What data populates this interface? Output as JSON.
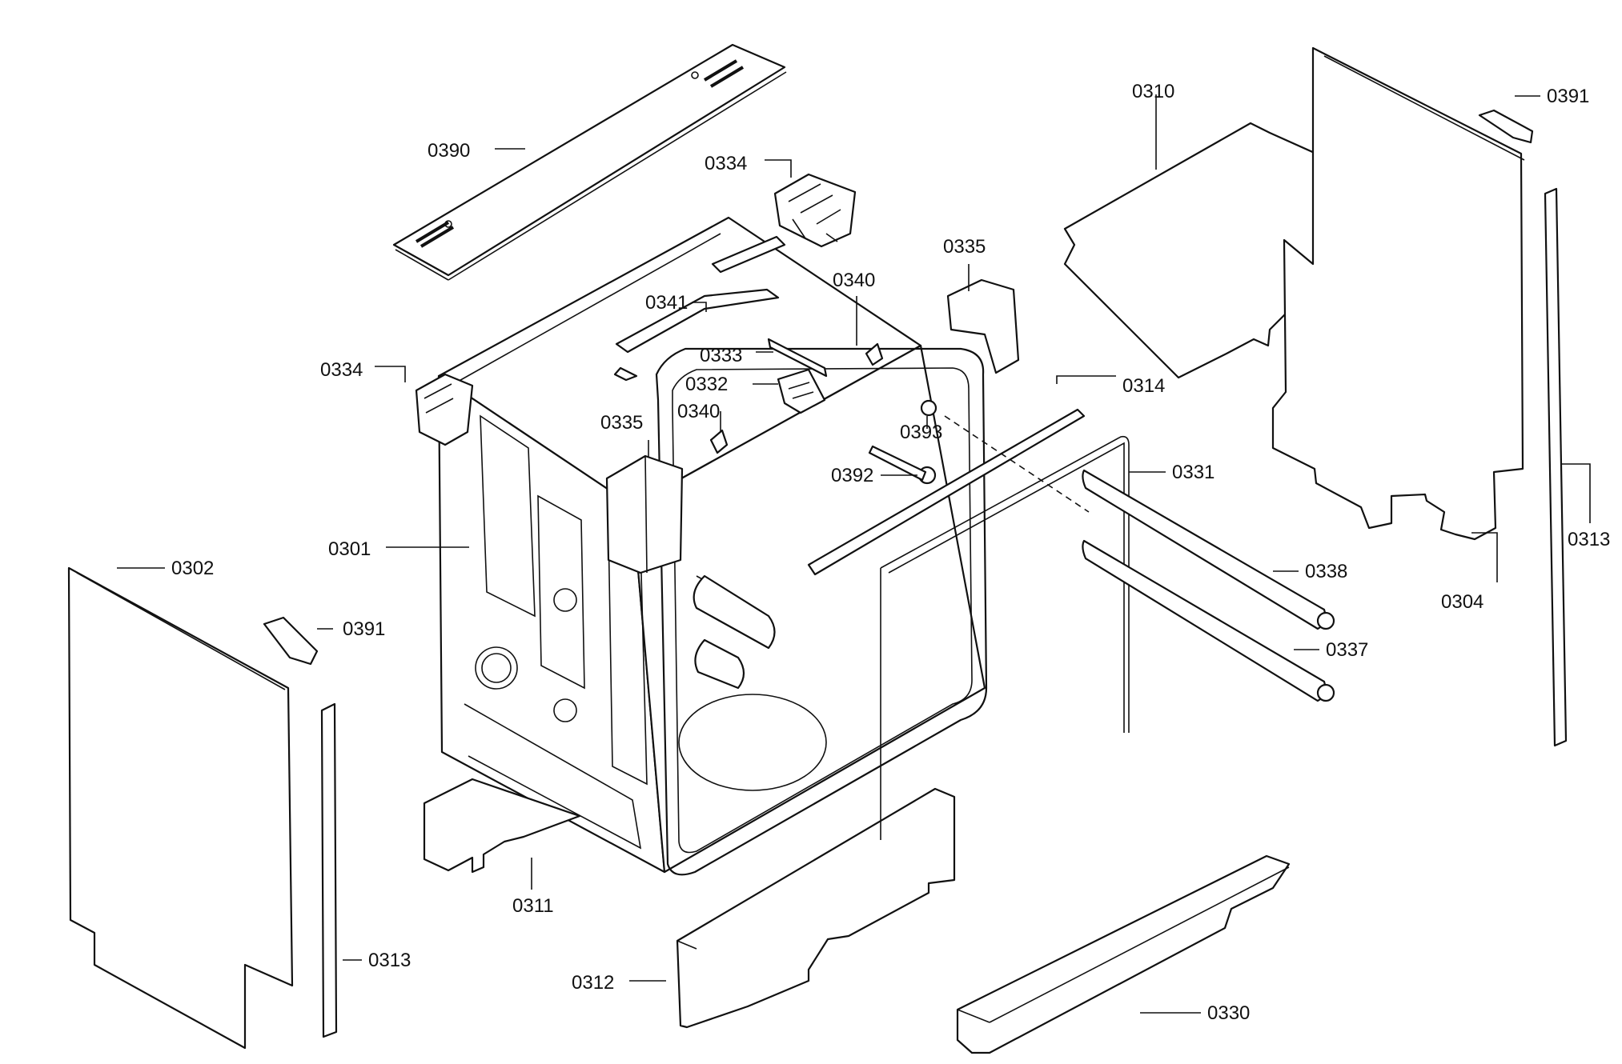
{
  "callouts": [
    {
      "id": "c0390",
      "part": "0390"
    },
    {
      "id": "c0334a",
      "part": "0334"
    },
    {
      "id": "c0334b",
      "part": "0334"
    },
    {
      "id": "c0335a",
      "part": "0335"
    },
    {
      "id": "c0335b",
      "part": "0335"
    },
    {
      "id": "c0340a",
      "part": "0340"
    },
    {
      "id": "c0340b",
      "part": "0340"
    },
    {
      "id": "c0341",
      "part": "0341"
    },
    {
      "id": "c0333",
      "part": "0333"
    },
    {
      "id": "c0332",
      "part": "0332"
    },
    {
      "id": "c0393",
      "part": "0393"
    },
    {
      "id": "c0392",
      "part": "0392"
    },
    {
      "id": "c0301",
      "part": "0301"
    },
    {
      "id": "c0302",
      "part": "0302"
    },
    {
      "id": "c0391a",
      "part": "0391"
    },
    {
      "id": "c0391b",
      "part": "0391"
    },
    {
      "id": "c0313a",
      "part": "0313"
    },
    {
      "id": "c0313b",
      "part": "0313"
    },
    {
      "id": "c0311",
      "part": "0311"
    },
    {
      "id": "c0312",
      "part": "0312"
    },
    {
      "id": "c0330",
      "part": "0330"
    },
    {
      "id": "c0310",
      "part": "0310"
    },
    {
      "id": "c0314",
      "part": "0314"
    },
    {
      "id": "c0331",
      "part": "0331"
    },
    {
      "id": "c0338",
      "part": "0338"
    },
    {
      "id": "c0337",
      "part": "0337"
    },
    {
      "id": "c0304",
      "part": "0304"
    }
  ]
}
